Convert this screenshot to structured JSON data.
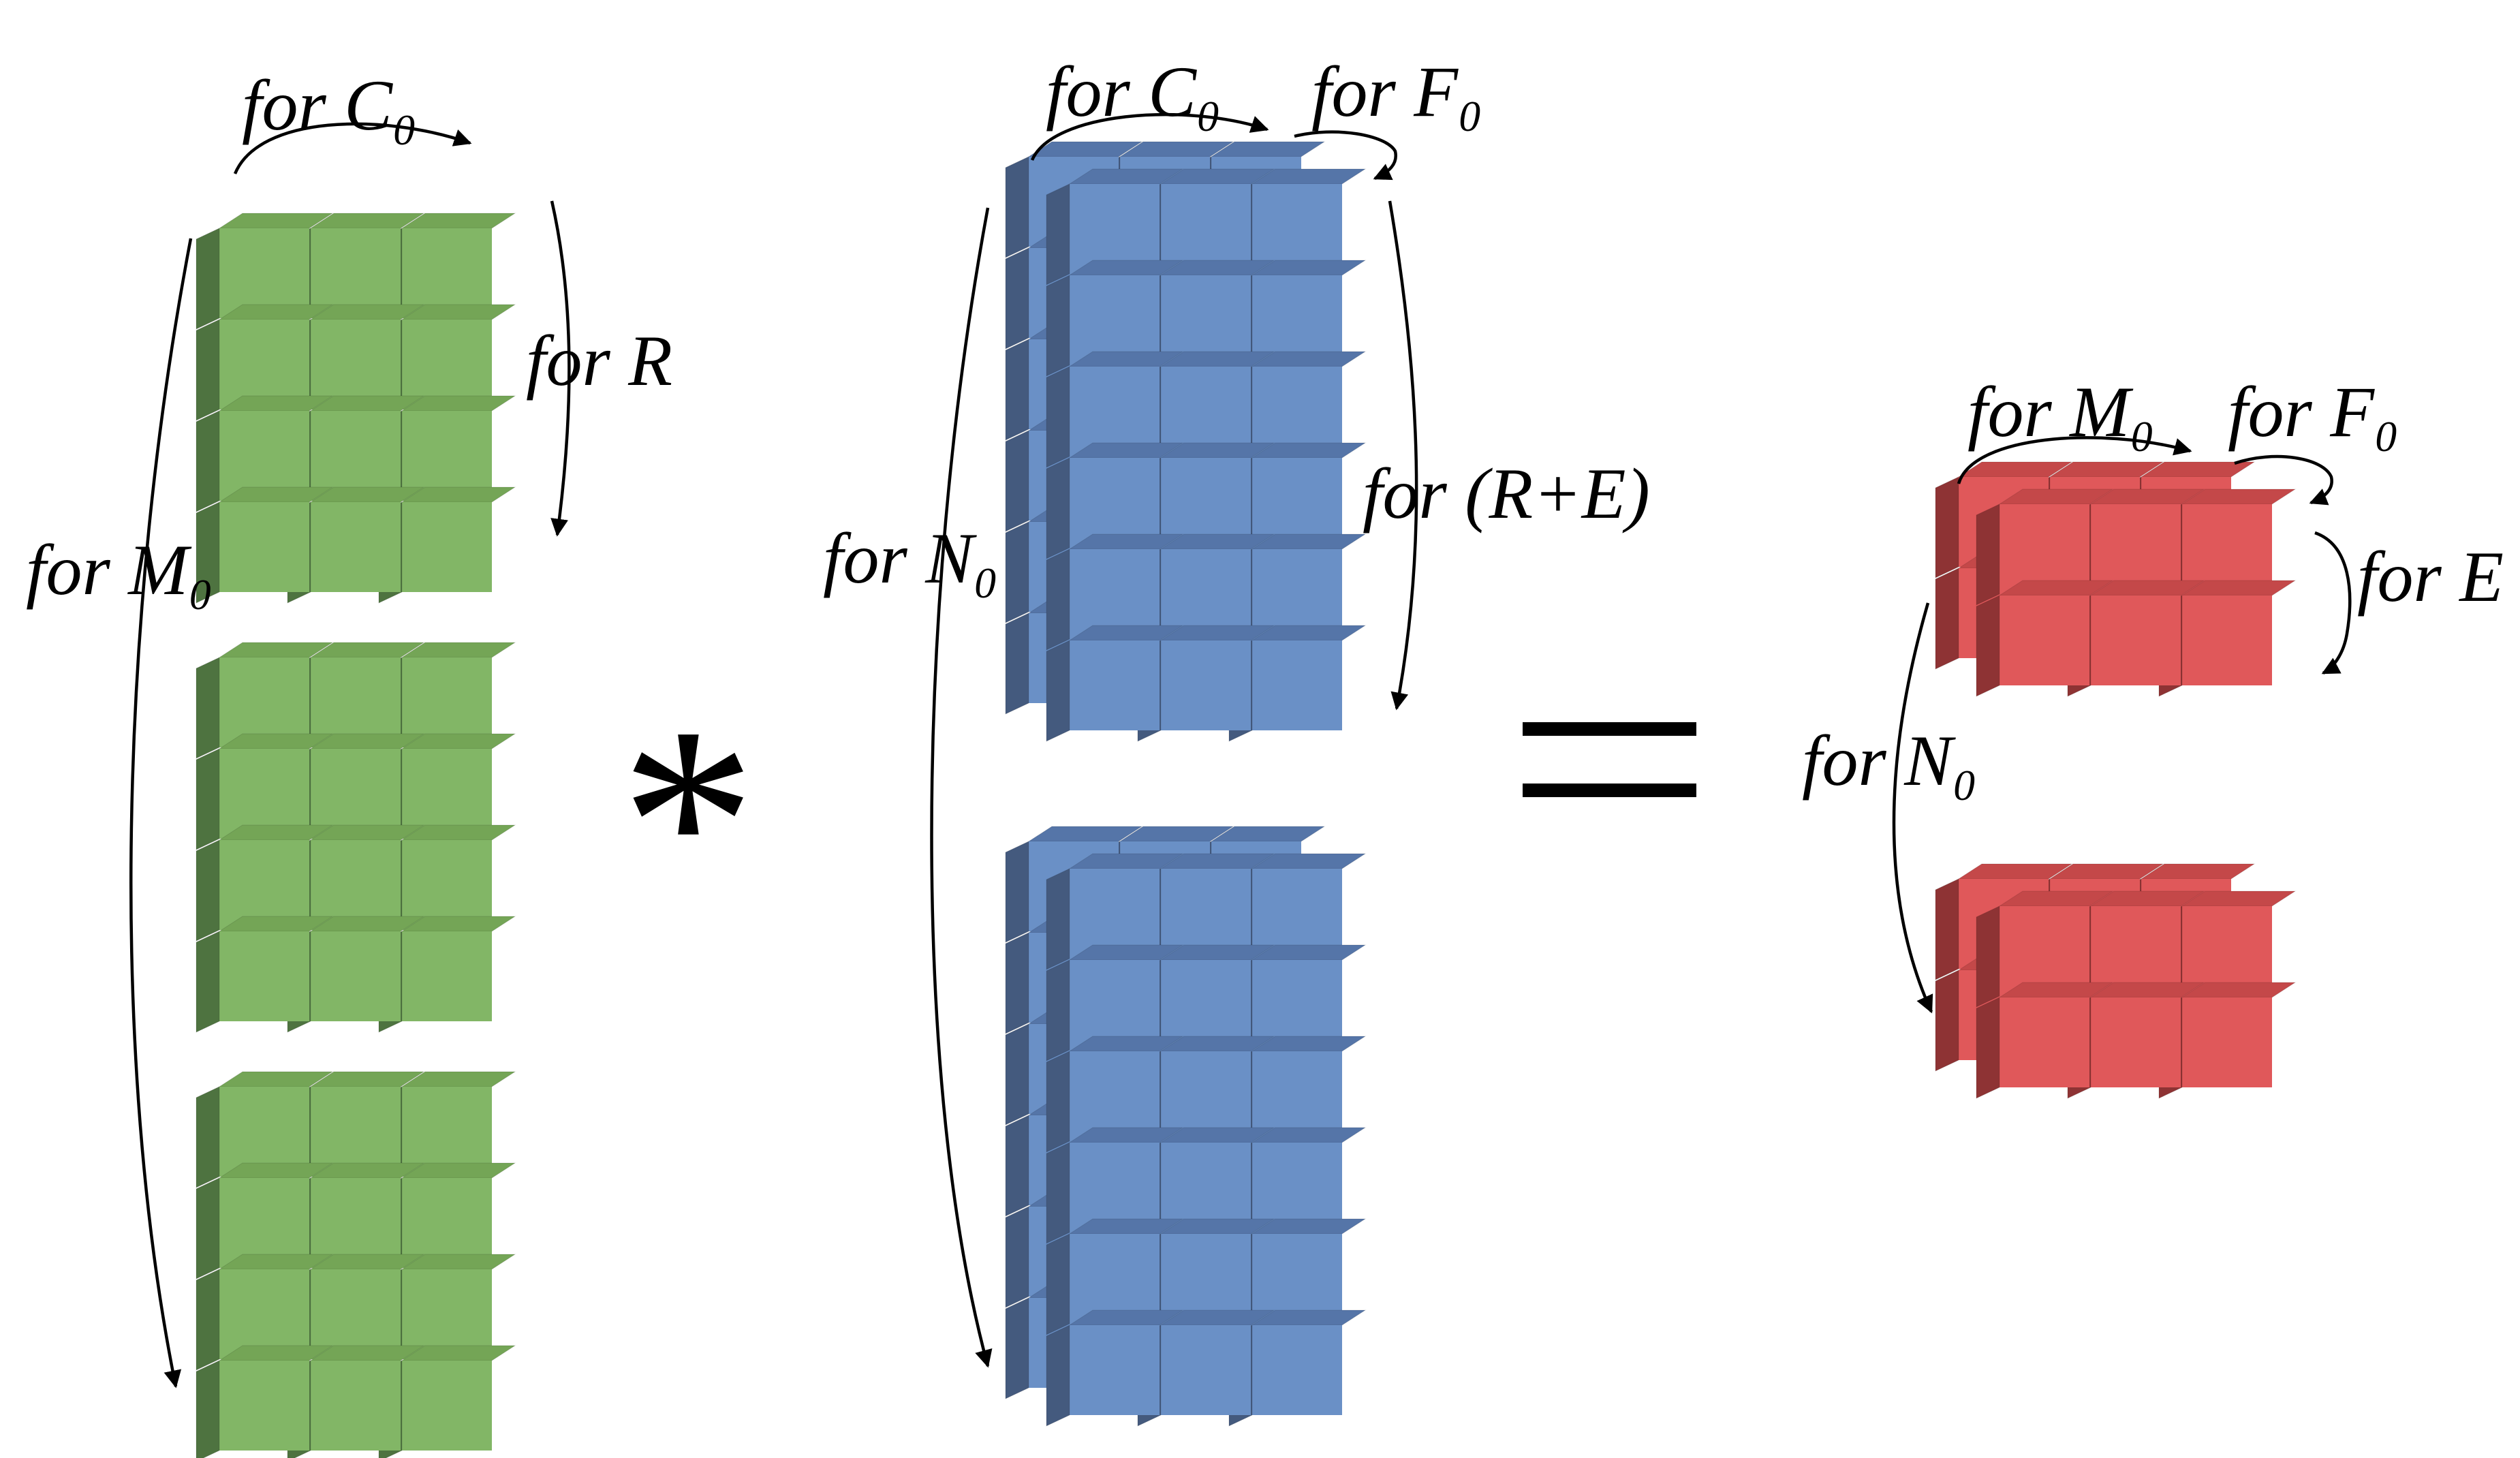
{
  "colors": {
    "green": {
      "top": "#74A556",
      "front": "#82B666",
      "side": "#4E7340"
    },
    "blue": {
      "top": "#5575A8",
      "front": "#6A90C6",
      "side": "#445A7E"
    },
    "red": {
      "top": "#C44849",
      "front": "#E0585A",
      "side": "#8E3334"
    }
  },
  "blocks": {
    "filter": {
      "rows": 4,
      "cols": 3,
      "depth": 1,
      "count": 3,
      "color": "green"
    },
    "input": {
      "rows": 6,
      "cols": 3,
      "depth": 2,
      "count": 2,
      "color": "blue"
    },
    "output": {
      "rows": 2,
      "cols": 3,
      "depth": 2,
      "count": 2,
      "color": "red"
    }
  },
  "labels": {
    "filter_c": "for C₀",
    "filter_r": "for R",
    "filter_m": "for M₀",
    "input_c": "for C₀",
    "input_f": "for F₀",
    "input_re": "for (R+E)",
    "input_n": "for N₀",
    "output_m": "for M₀",
    "output_f": "for F₀",
    "output_e": "for E",
    "output_n": "for N₀"
  },
  "operators": {
    "multiply": "*",
    "equals": "="
  }
}
